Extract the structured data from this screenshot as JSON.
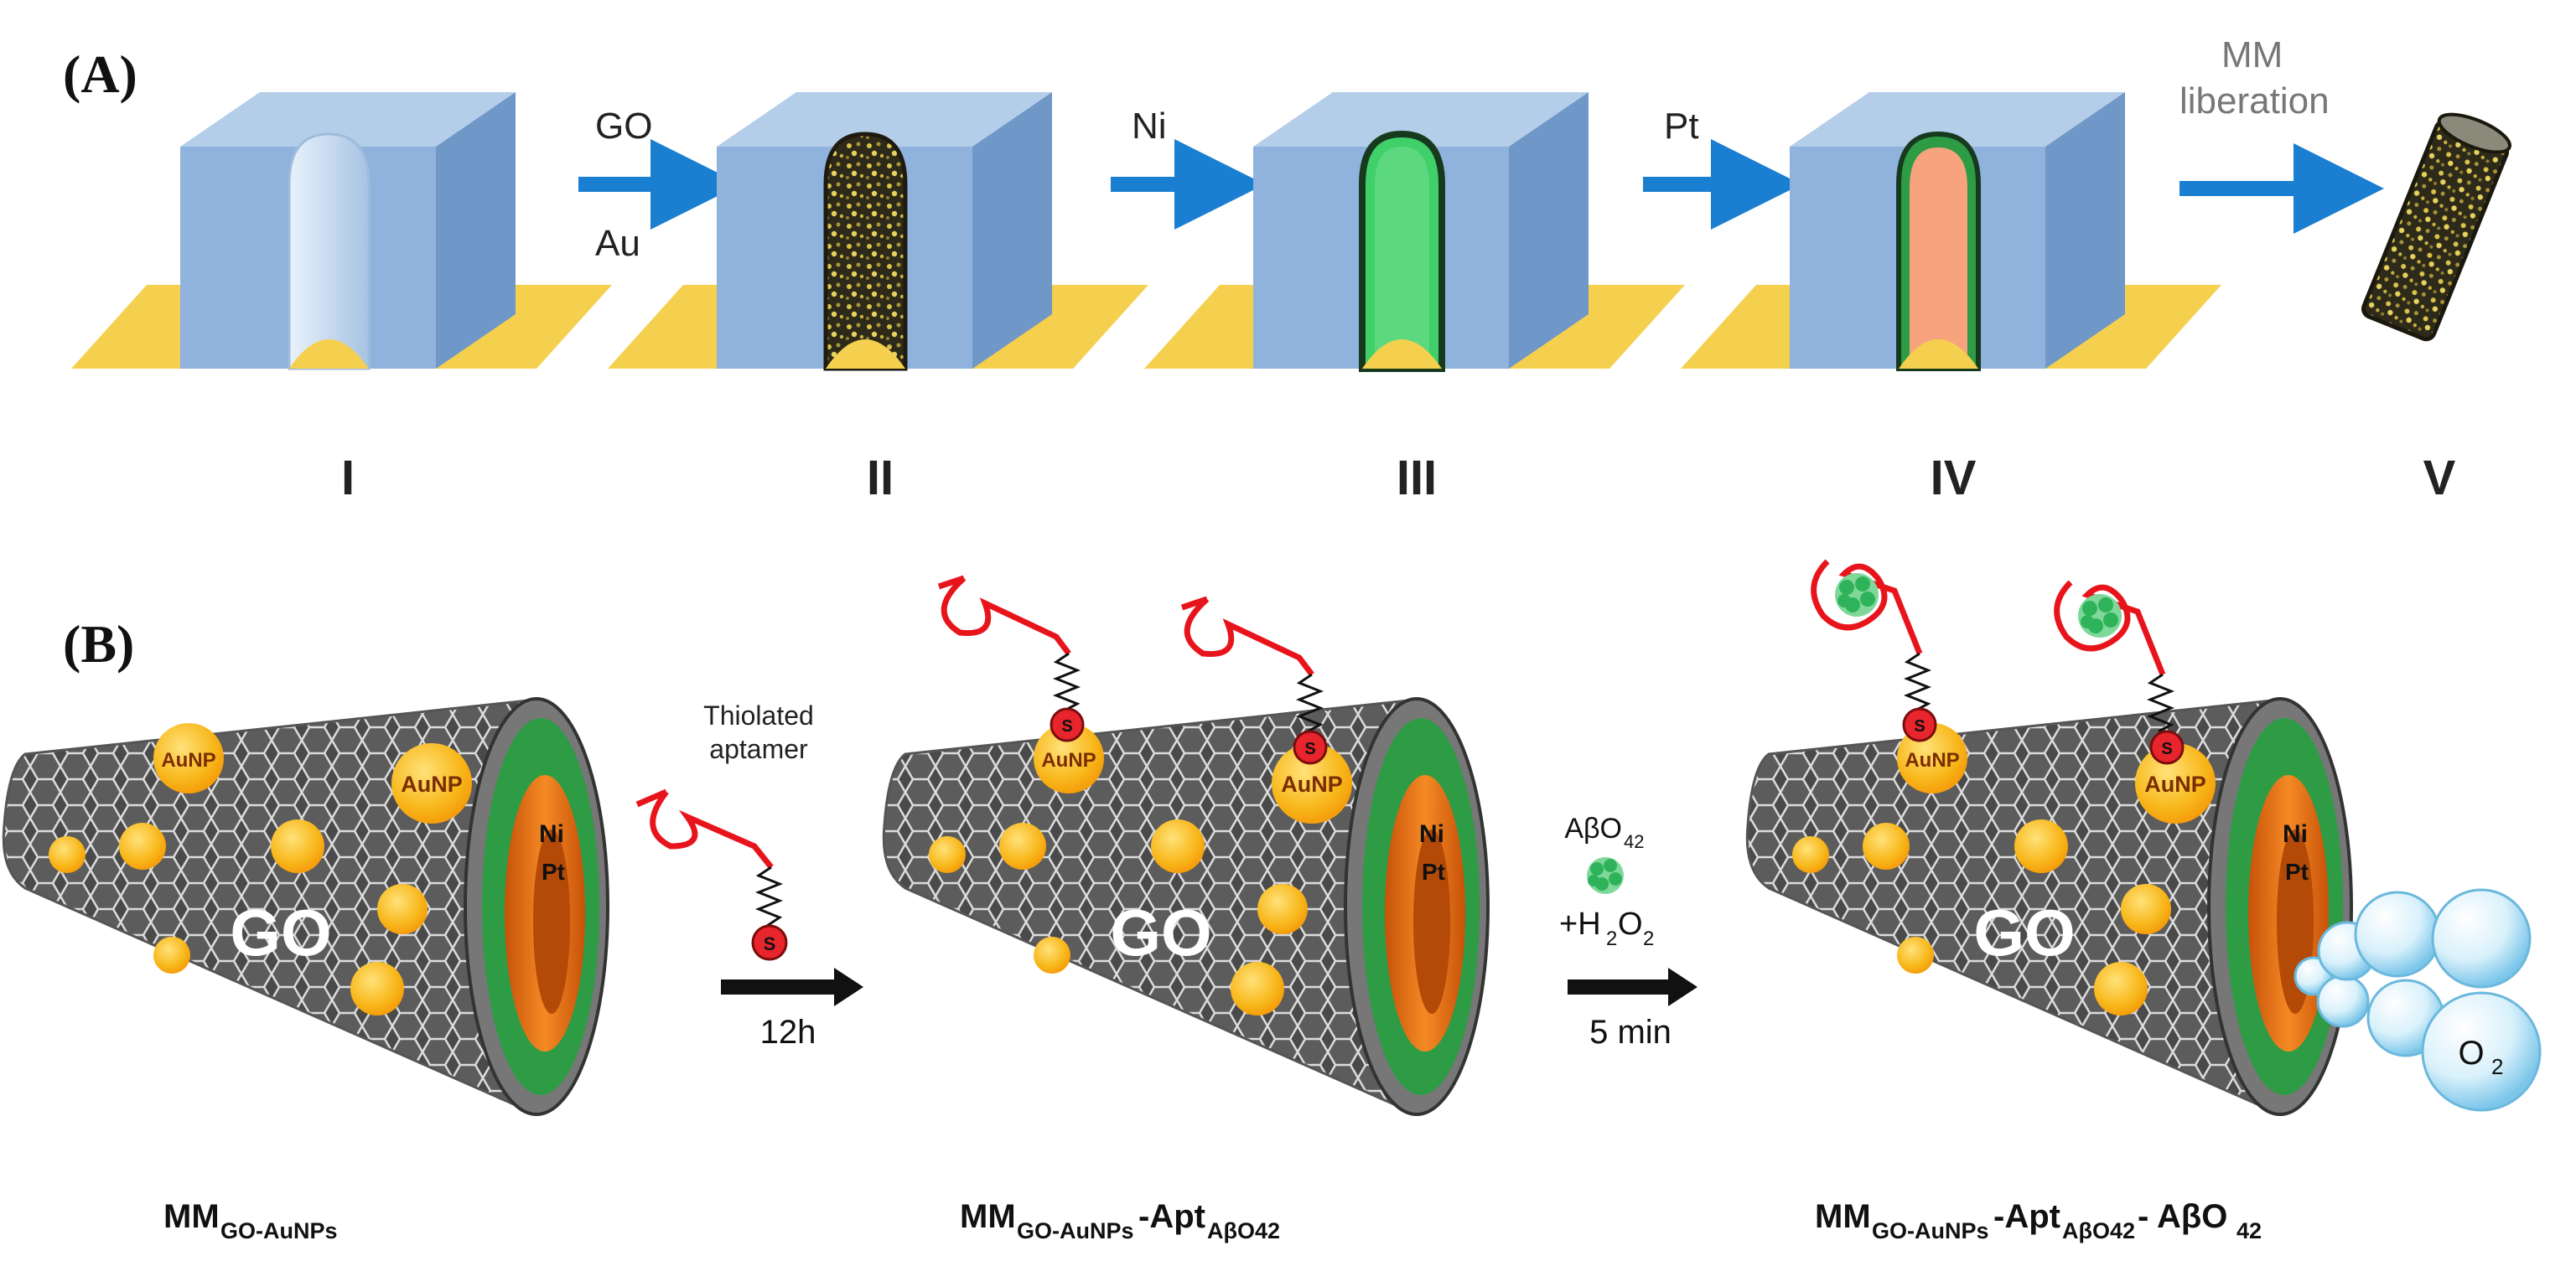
{
  "panels": {
    "a_label": "(A)",
    "b_label": "(B)"
  },
  "panel_a": {
    "arrows": {
      "a1_top": "GO",
      "a1_bottom": "Au",
      "a2": "Ni",
      "a3": "Pt",
      "a4_line1": "MM",
      "a4_line2": "liberation"
    },
    "steps": [
      "I",
      "II",
      "III",
      "IV",
      "V"
    ]
  },
  "panel_b": {
    "tube_labels": {
      "go": "GO",
      "aunp": "AuNP",
      "ni": "Ni",
      "pt": "Pt",
      "s": "S",
      "o2_main": "O",
      "o2_sub": "2"
    },
    "reagent1": {
      "line1": "Thiolated",
      "line2": "aptamer",
      "time": "12h"
    },
    "reagent2": {
      "abeta_main": "AβO",
      "abeta_sub": "42",
      "h2o2_pre": "+H",
      "h2o2_sub1": "2",
      "h2o2_mid": "O",
      "h2o2_sub2": "2",
      "time": "5 min"
    },
    "captions": {
      "c1_main": "MM",
      "c1_sub": "GO-AuNPs",
      "c2_main1": "MM",
      "c2_sub1": "GO-AuNPs",
      "c2_main2": "-Apt",
      "c2_sub2": "AβO42",
      "c3_main1": "MM",
      "c3_sub1": "GO-AuNPs",
      "c3_main2": "-Apt",
      "c3_sub2": "AβO42",
      "c3_main3": "- AβO",
      "c3_sub3": "42"
    }
  },
  "colors": {
    "block": "#8fb3dc",
    "block_dark": "#6f97c7",
    "block_top": "#b4cde9",
    "base": "#f5d04e",
    "arrow_blue": "#1a7fd1",
    "ni_green": "#2e9b45",
    "pt_orange": "#f07a1a",
    "aunp": "#f8b81c",
    "aptamer": "#e8141c",
    "thiol": "#e8242c",
    "graphene": "#5a5a5a",
    "bubble": "#bfe6f7"
  }
}
